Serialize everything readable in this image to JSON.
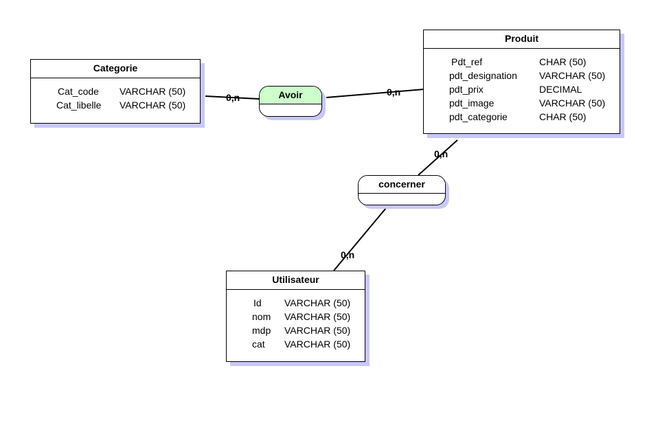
{
  "entities": {
    "categorie": {
      "title": "Categorie",
      "attributes": [
        {
          "name": "Cat_code",
          "type": "VARCHAR (50)"
        },
        {
          "name": "Cat_libelle",
          "type": "VARCHAR (50)"
        }
      ]
    },
    "produit": {
      "title": "Produit",
      "attributes": [
        {
          "name": "Pdt_ref",
          "type": "CHAR (50)"
        },
        {
          "name": "pdt_designation",
          "type": "VARCHAR (50)"
        },
        {
          "name": "pdt_prix",
          "type": "DECIMAL"
        },
        {
          "name": "pdt_image",
          "type": "VARCHAR (50)"
        },
        {
          "name": "pdt_categorie",
          "type": "CHAR (50)"
        }
      ]
    },
    "utilisateur": {
      "title": "Utilisateur",
      "attributes": [
        {
          "name": "Id",
          "type": "VARCHAR (50)"
        },
        {
          "name": "nom",
          "type": "VARCHAR (50)"
        },
        {
          "name": "mdp",
          "type": "VARCHAR (50)"
        },
        {
          "name": "cat",
          "type": "VARCHAR (50)"
        }
      ]
    }
  },
  "associations": {
    "avoir": {
      "title": "Avoir",
      "color": "#ccffcc"
    },
    "concerner": {
      "title": "concerner",
      "color": "#ffffff"
    }
  },
  "cardinalities": {
    "categorie_avoir": "0,n",
    "produit_avoir": "0,n",
    "produit_concerner": "0,n",
    "utilisateur_concerner": "0,n"
  },
  "colors": {
    "shadow": "#c8c8f8",
    "line": "#000000"
  }
}
